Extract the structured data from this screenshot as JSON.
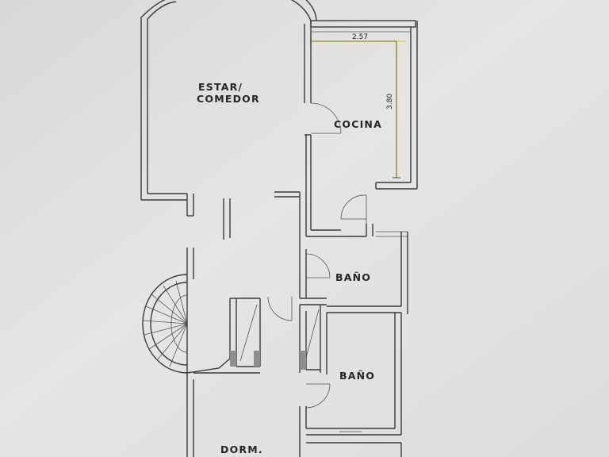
{
  "rooms": {
    "estar_line1": "ESTAR/",
    "estar_line2": "COMEDOR",
    "cocina": "COCINA",
    "bano_upper": "BAÑO",
    "bano_lower": "BAÑO",
    "dorm": "DORM."
  },
  "dimensions": {
    "width": "2.57",
    "height": "3.80"
  },
  "colors": {
    "paper": "#e4e3e1",
    "wall": "#3a3a3a",
    "dimension_line": "#d8dc3a"
  }
}
